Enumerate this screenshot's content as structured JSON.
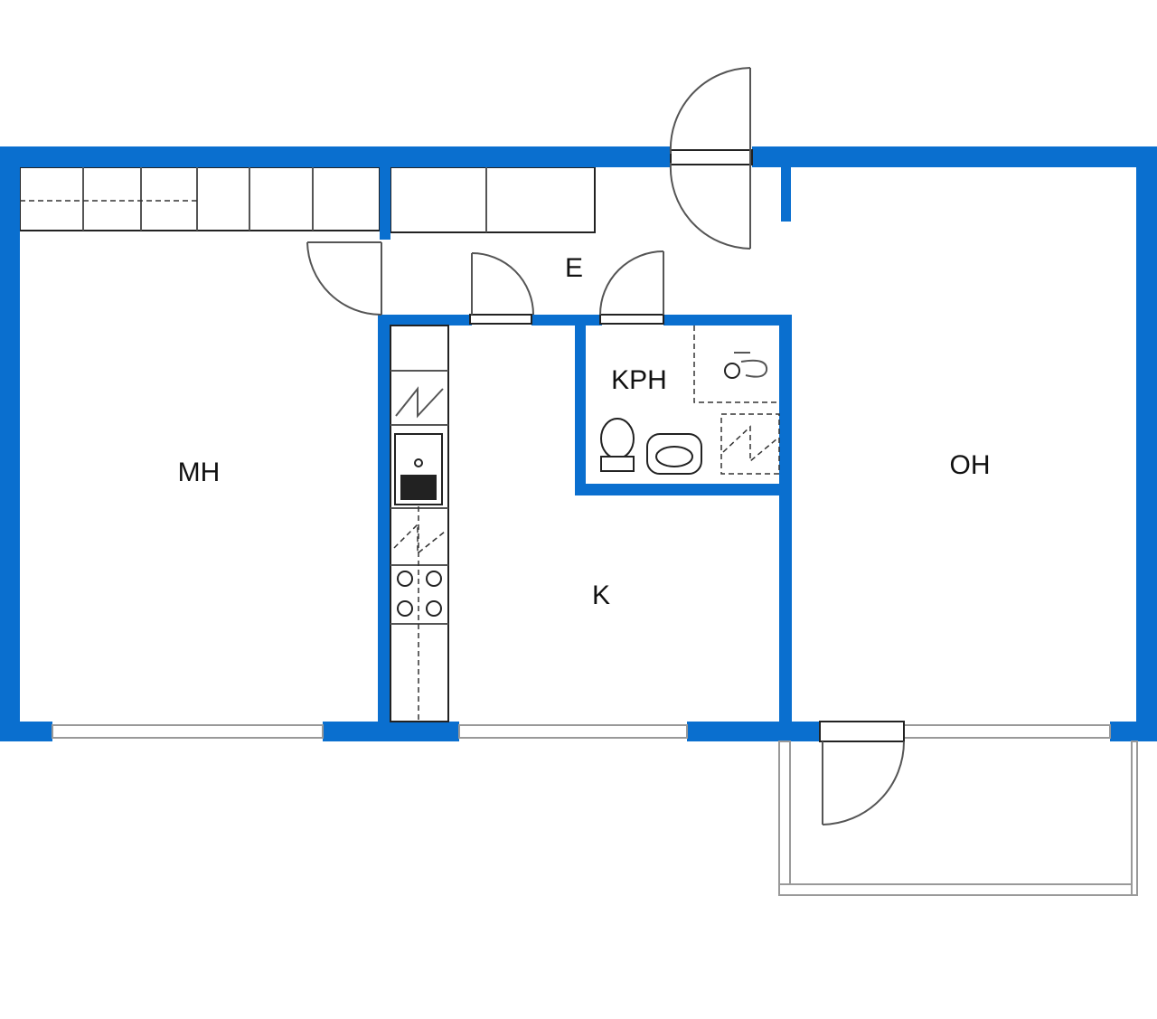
{
  "rooms": {
    "bedroom": "MH",
    "entrance": "E",
    "bathroom": "KPH",
    "kitchen": "K",
    "living_room": "OH"
  },
  "colors": {
    "wall": "#0a6fcf"
  }
}
